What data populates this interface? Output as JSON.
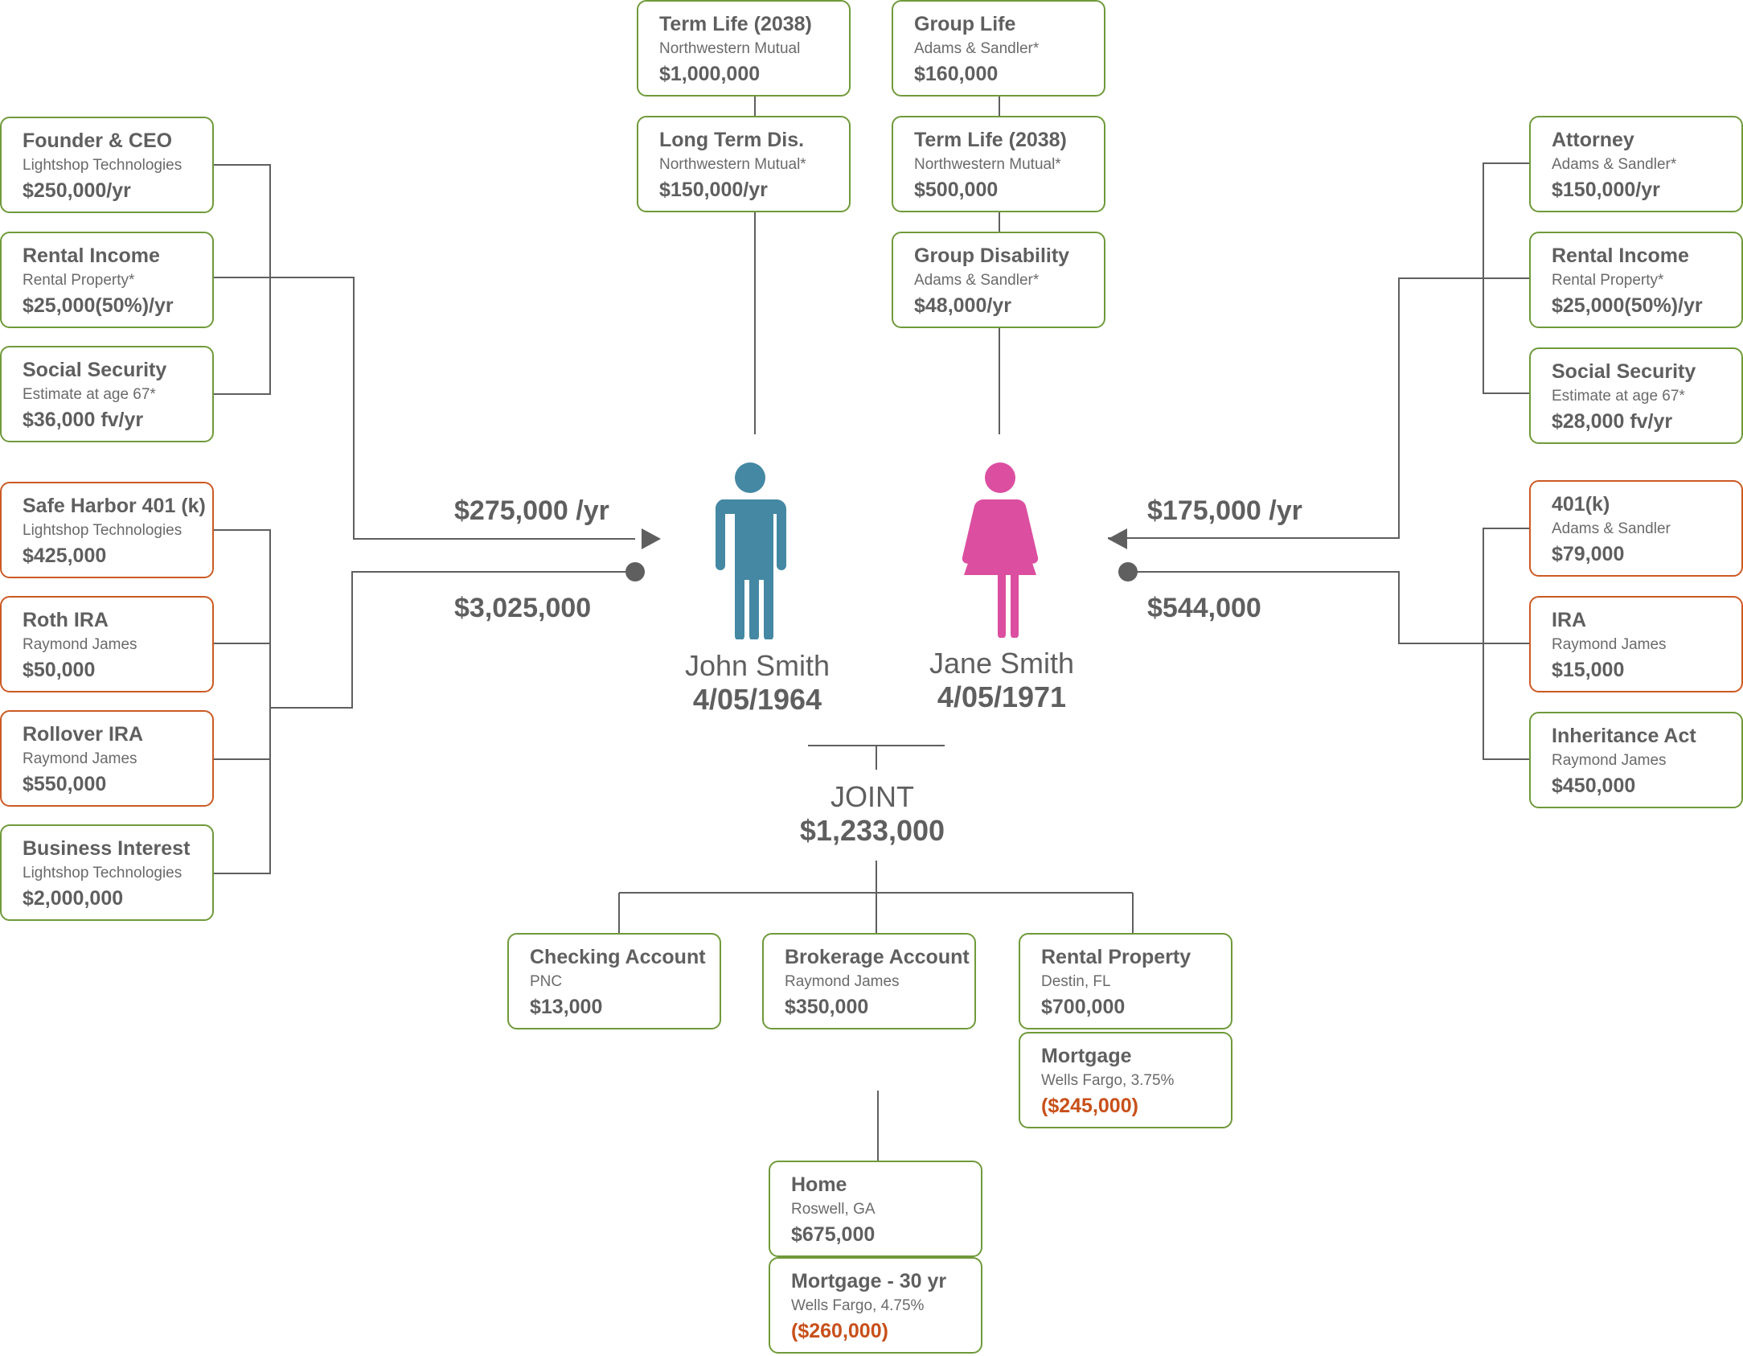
{
  "colors": {
    "income_border": "#6f9a3a",
    "asset_border": "#cc5a24",
    "negative_value": "#c8501a",
    "john": "#4488a3",
    "jane": "#dc4ea0",
    "line": "#5f5f5f"
  },
  "john": {
    "name": "John Smith",
    "dob": "4/05/1964",
    "icon": "male-person-icon",
    "income_total": "$275,000 /yr",
    "asset_total": "$3,025,000",
    "income": [
      {
        "title": "Founder & CEO",
        "sub": "Lightshop Technologies",
        "value": "$250,000/yr"
      },
      {
        "title": "Rental Income",
        "sub": "Rental Property*",
        "value": "$25,000(50%)/yr"
      },
      {
        "title": "Social Security",
        "sub": "Estimate at age 67*",
        "value": "$36,000 fv/yr"
      }
    ],
    "assets": [
      {
        "title": "Safe Harbor 401 (k)",
        "sub": "Lightshop Technologies",
        "value": "$425,000"
      },
      {
        "title": "Roth IRA",
        "sub": "Raymond James",
        "value": "$50,000"
      },
      {
        "title": "Rollover IRA",
        "sub": "Raymond James",
        "value": "$550,000"
      },
      {
        "title": "Business Interest",
        "sub": "Lightshop Technologies",
        "value": "$2,000,000"
      }
    ],
    "insurance": [
      {
        "title": "Term Life (2038)",
        "sub": "Northwestern Mutual",
        "value": "$1,000,000"
      },
      {
        "title": "Long Term Dis.",
        "sub": "Northwestern Mutual*",
        "value": "$150,000/yr"
      }
    ]
  },
  "jane": {
    "name": "Jane Smith",
    "dob": "4/05/1971",
    "icon": "female-person-icon",
    "income_total": "$175,000 /yr",
    "asset_total": "$544,000",
    "income": [
      {
        "title": "Attorney",
        "sub": "Adams & Sandler*",
        "value": "$150,000/yr"
      },
      {
        "title": "Rental Income",
        "sub": "Rental Property*",
        "value": "$25,000(50%)/yr"
      },
      {
        "title": "Social Security",
        "sub": "Estimate at age 67*",
        "value": "$28,000 fv/yr"
      }
    ],
    "assets": [
      {
        "title": "401(k)",
        "sub": "Adams & Sandler",
        "value": "$79,000"
      },
      {
        "title": "IRA",
        "sub": "Raymond James",
        "value": "$15,000"
      },
      {
        "title": "Inheritance Act",
        "sub": "Raymond James",
        "value": "$450,000"
      }
    ],
    "insurance": [
      {
        "title": "Group Life",
        "sub": "Adams & Sandler*",
        "value": "$160,000"
      },
      {
        "title": "Term Life (2038)",
        "sub": "Northwestern Mutual*",
        "value": "$500,000"
      },
      {
        "title": "Group Disability",
        "sub": "Adams & Sandler*",
        "value": "$48,000/yr"
      }
    ]
  },
  "joint": {
    "label": "JOINT",
    "total": "$1,233,000",
    "accounts": [
      {
        "title": "Checking Account",
        "sub": "PNC",
        "value": "$13,000"
      },
      {
        "title": "Brokerage Account",
        "sub": "Raymond James",
        "value": "$350,000"
      },
      {
        "title": "Rental Property",
        "sub": "Destin, FL",
        "value": "$700,000"
      }
    ],
    "rental_mortgage": {
      "title": "Mortgage",
      "sub": "Wells Fargo, 3.75%",
      "value": "($245,000)"
    },
    "home": {
      "title": "Home",
      "sub": "Roswell, GA",
      "value": "$675,000"
    },
    "home_mortgage": {
      "title": "Mortgage - 30 yr",
      "sub": "Wells Fargo, 4.75%",
      "value": "($260,000)"
    }
  }
}
